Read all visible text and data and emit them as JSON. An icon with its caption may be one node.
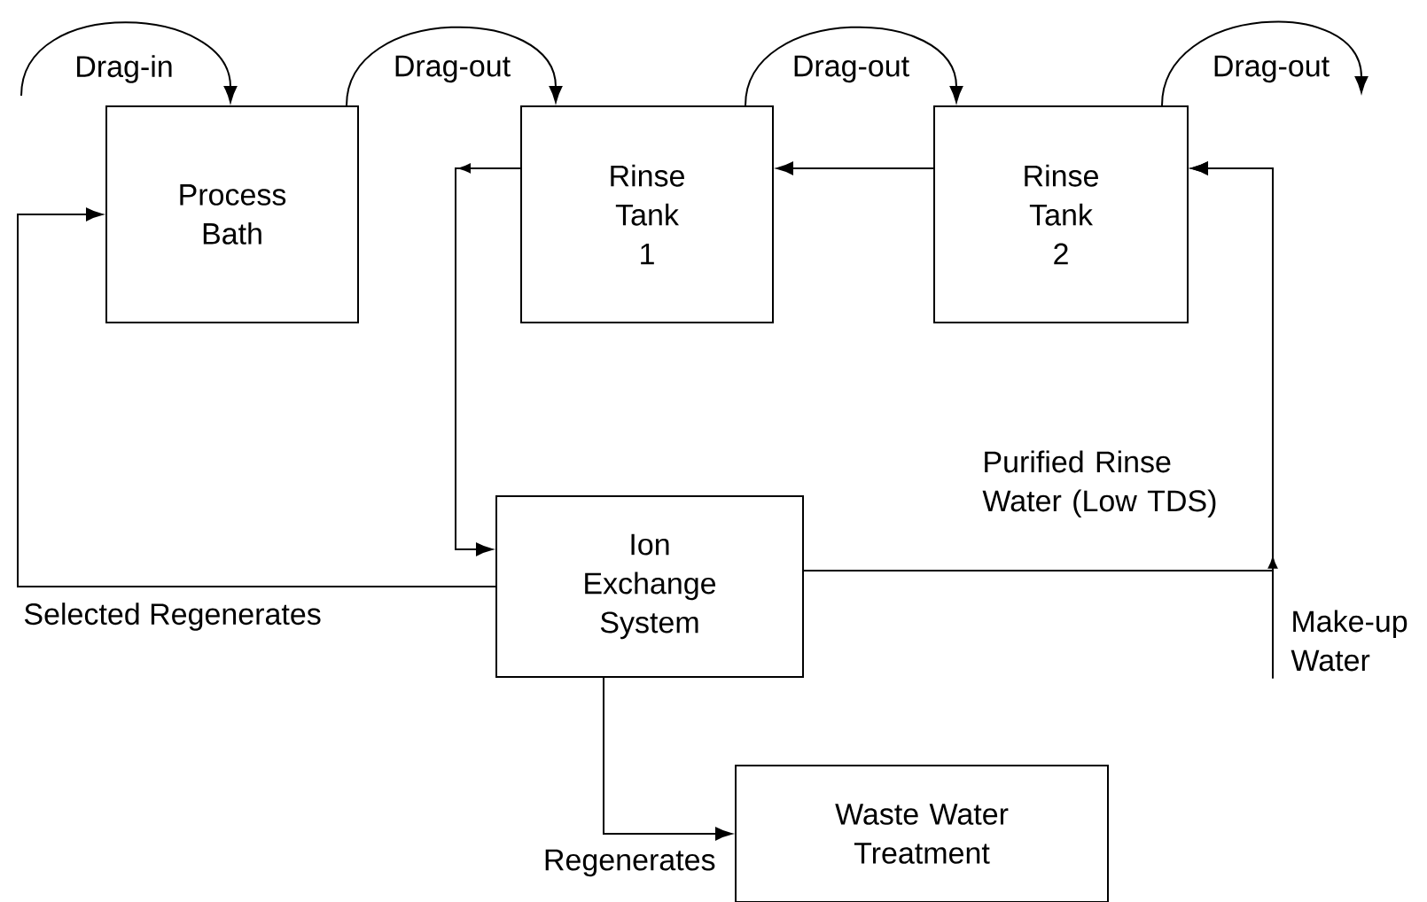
{
  "diagram": {
    "nodes": [
      {
        "text": [
          "Process Bath"
        ]
      },
      {
        "text": [
          "Rinse Tank 1"
        ]
      },
      {
        "text": [
          "Rinse Tank 2"
        ]
      },
      {
        "text": [
          "Ion Exchange System"
        ]
      },
      {
        "text": [
          "Waste Water Treatment"
        ]
      },
      {
        "text": [
          "Make-up Water"
        ]
      }
    ],
    "edges": [
      {
        "from": null,
        "to": 0,
        "arrow": "to",
        "label": "Drag-in"
      },
      {
        "from": 0,
        "to": 1,
        "arrow": "to",
        "label": "Drag-out"
      },
      {
        "from": 1,
        "to": 2,
        "arrow": "to",
        "label": "Drag-out"
      },
      {
        "from": 2,
        "to": null,
        "arrow": "to",
        "label": "Drag-out"
      },
      {
        "from": 2,
        "to": 1,
        "arrow": "to"
      },
      {
        "from": 1,
        "to": 3,
        "arrow": "to"
      },
      {
        "from": 3,
        "to": 0,
        "arrow": "to",
        "label": "Selected Regenerates"
      },
      {
        "from": 3,
        "to": 2,
        "arrow": "to",
        "label": "Purified Rinse Water (Low TDS)"
      },
      {
        "from": 5,
        "to": 2,
        "arrow": "to"
      },
      {
        "from": 3,
        "to": 4,
        "arrow": "to",
        "label": "Regenerates"
      }
    ]
  }
}
